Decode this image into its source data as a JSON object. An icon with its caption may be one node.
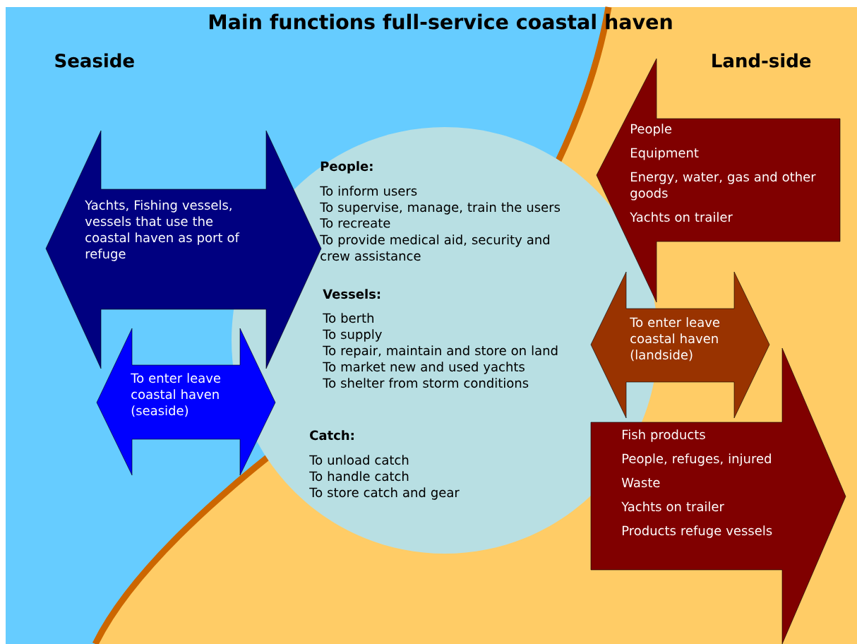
{
  "diagram": {
    "title": "Main functions full-service coastal haven",
    "nodes": [
      {
        "text": [
          "Yachts, Fishing vessels, vessels that use the coastal haven as port of refuge"
        ]
      },
      {
        "text": [
          "To enter leave coastal haven (seaside)"
        ]
      },
      {
        "text": [
          "People:",
          "To inform users",
          "To supervise, manage, train the users",
          "To recreate",
          "To provide medical aid, security and crew assistance",
          "Vessels:",
          "To berth",
          "To supply",
          "To repair, maintain and store on land",
          "To market new and used yachts",
          "To shelter from storm conditions",
          "Catch:",
          "To unload catch",
          "To handle catch",
          "To store catch and gear"
        ]
      },
      {
        "text": [
          "People",
          "Equipment",
          "Energy, water, gas and other goods",
          "Yachts on trailer"
        ]
      },
      {
        "text": [
          "To enter leave coastal haven (landside)"
        ]
      },
      {
        "text": [
          "Fish products",
          "People, refuges, injured",
          "Waste",
          "Yachts on trailer",
          "Products refuge vessels"
        ]
      }
    ],
    "labels": [
      "Seaside",
      "Land-side"
    ]
  }
}
